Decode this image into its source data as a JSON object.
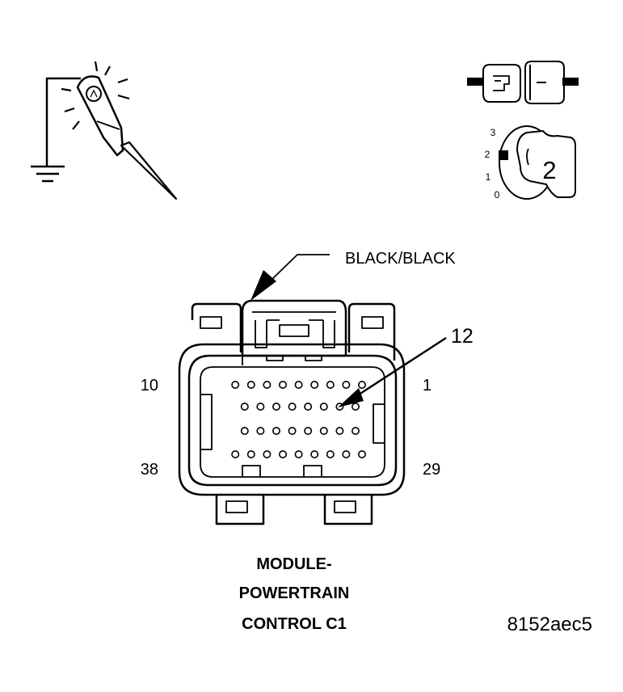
{
  "connector": {
    "color_label": "BLACK/BLACK",
    "highlighted_pin": "12",
    "pin_labels": {
      "top_left": "10",
      "top_right": "1",
      "bottom_left": "38",
      "bottom_right": "29"
    },
    "rows": [
      9,
      8,
      8,
      9
    ],
    "highlighted_cavity": {
      "row": 2,
      "position_from_right": 1
    }
  },
  "caption": {
    "line1": "MODULE-",
    "line2": "POWERTRAIN",
    "line3": "CONTROL C1"
  },
  "figure_id": "8152aec5",
  "ignition": {
    "positions": [
      "3",
      "2",
      "1",
      "0"
    ],
    "selected": "2"
  },
  "icons": [
    "test-light-icon",
    "ground-symbol-icon",
    "unplugged-connector-icon",
    "ignition-switch-icon"
  ]
}
